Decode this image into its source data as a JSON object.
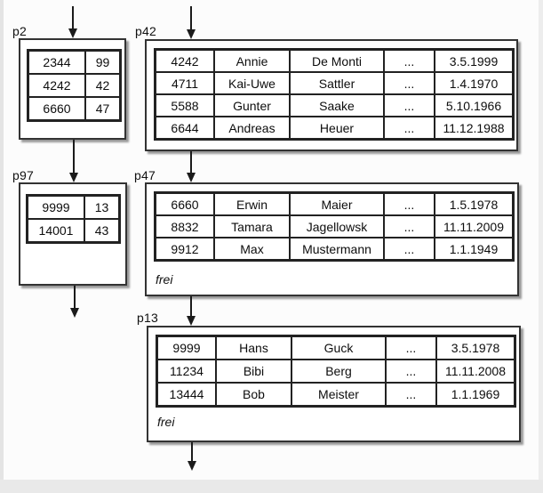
{
  "colors": {
    "line": "#1b1b1b",
    "box_border": "#333333",
    "box_shadow_gray": "#999999",
    "background": "#fcfcfc",
    "page_edge_gray": "#e9e9e9"
  },
  "pages": {
    "p2": {
      "label": "p2",
      "rows": [
        [
          "2344",
          "99"
        ],
        [
          "4242",
          "42"
        ],
        [
          "6660",
          "47"
        ]
      ]
    },
    "p42": {
      "label": "p42",
      "rows": [
        [
          "4242",
          "Annie",
          "De Monti",
          "...",
          "3.5.1999"
        ],
        [
          "4711",
          "Kai-Uwe",
          "Sattler",
          "...",
          "1.4.1970"
        ],
        [
          "5588",
          "Gunter",
          "Saake",
          "...",
          "5.10.1966"
        ],
        [
          "6644",
          "Andreas",
          "Heuer",
          "...",
          "11.12.1988"
        ]
      ]
    },
    "p97": {
      "label": "p97",
      "rows": [
        [
          "9999",
          "13"
        ],
        [
          "14001",
          "43"
        ]
      ]
    },
    "p47": {
      "label": "p47",
      "free_label": "frei",
      "rows": [
        [
          "6660",
          "Erwin",
          "Maier",
          "...",
          "1.5.1978"
        ],
        [
          "8832",
          "Tamara",
          "Jagellowsk",
          "...",
          "11.11.2009"
        ],
        [
          "9912",
          "Max",
          "Mustermann",
          "...",
          "1.1.1949"
        ]
      ]
    },
    "p13": {
      "label": "p13",
      "free_label": "frei",
      "rows": [
        [
          "9999",
          "Hans",
          "Guck",
          "...",
          "3.5.1978"
        ],
        [
          "11234",
          "Bibi",
          "Berg",
          "...",
          "11.11.2008"
        ],
        [
          "13444",
          "Bob",
          "Meister",
          "...",
          "1.1.1969"
        ]
      ]
    }
  }
}
